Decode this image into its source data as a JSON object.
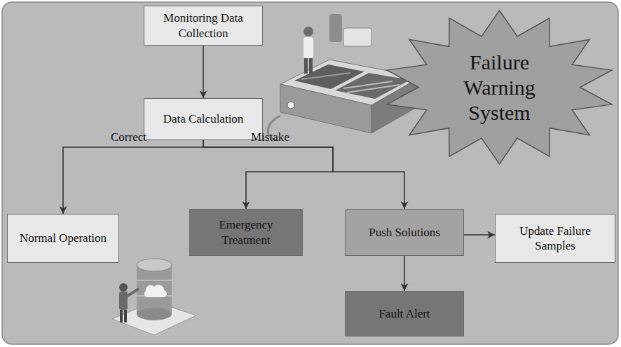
{
  "diagram": {
    "nodes": [
      {
        "text": [
          "Monitoring Data Collection"
        ]
      },
      {
        "text": [
          "Data Calculation"
        ]
      },
      {
        "text": [
          "Normal Operation"
        ]
      },
      {
        "text": [
          "Emergency Treatment"
        ]
      },
      {
        "text": [
          "Push Solutions"
        ]
      },
      {
        "text": [
          "Update Failure Samples"
        ]
      },
      {
        "text": [
          "Fault Alert"
        ]
      },
      {
        "text": [
          "Failure Warning System"
        ]
      }
    ],
    "edges": [
      {
        "from": 0,
        "to": 1,
        "arrow": "to"
      },
      {
        "from": 1,
        "to": 2,
        "label": "Correct",
        "arrow": "to"
      },
      {
        "from": 1,
        "to": 3,
        "label": "Mistake",
        "arrow": "to"
      },
      {
        "from": 1,
        "to": 4,
        "arrow": "to"
      },
      {
        "from": 4,
        "to": 5,
        "arrow": "to"
      },
      {
        "from": 4,
        "to": 6,
        "arrow": "to"
      }
    ]
  }
}
